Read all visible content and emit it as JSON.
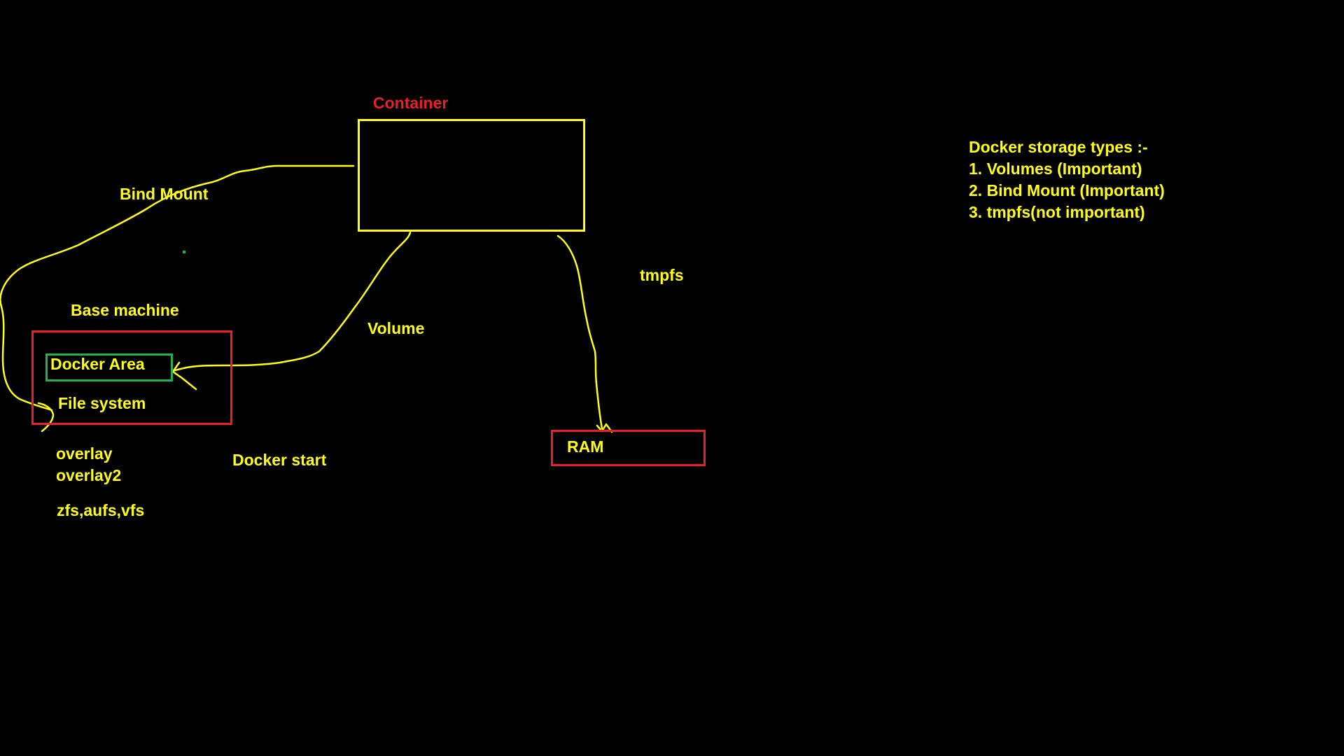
{
  "colors": {
    "background": "#000000",
    "yellow": "#ffff1a",
    "red": "#e8202a",
    "green": "#22b14c",
    "white": "#ffffff"
  },
  "container": {
    "title": "Container"
  },
  "base_machine": {
    "title": "Base machine",
    "docker_area": "Docker Area",
    "file_system": "File system"
  },
  "connectors": {
    "bind_mount": "Bind Mount",
    "volume": "Volume",
    "tmpfs": "tmpfs"
  },
  "ram": {
    "label": "RAM"
  },
  "storage_drivers": {
    "items": [
      "overlay",
      "overlay2"
    ],
    "others": "zfs,aufs,vfs"
  },
  "docker_start": "Docker start",
  "storage_types": {
    "heading": "Docker storage types :-",
    "items": [
      "1. Volumes (Important)",
      "2. Bind Mount (Important)",
      "3. tmpfs(not important)"
    ]
  }
}
